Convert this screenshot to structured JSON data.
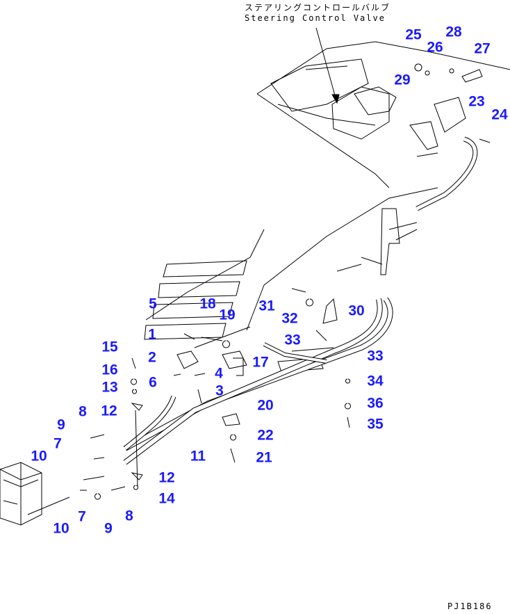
{
  "title_jp": "ステアリングコントロールバルブ",
  "title_en": "Steering Control Valve",
  "drawing_code": "PJ1B186",
  "label_color": "#1a1aff",
  "labels": [
    "25",
    "28",
    "26",
    "27",
    "29",
    "23",
    "24",
    "5",
    "18",
    "19",
    "31",
    "32",
    "30",
    "1",
    "33",
    "2",
    "17",
    "4",
    "15",
    "33",
    "16",
    "3",
    "6",
    "13",
    "34",
    "12",
    "20",
    "36",
    "8",
    "35",
    "9",
    "22",
    "7",
    "11",
    "21",
    "10",
    "12",
    "14",
    "7",
    "8",
    "9",
    "10"
  ]
}
